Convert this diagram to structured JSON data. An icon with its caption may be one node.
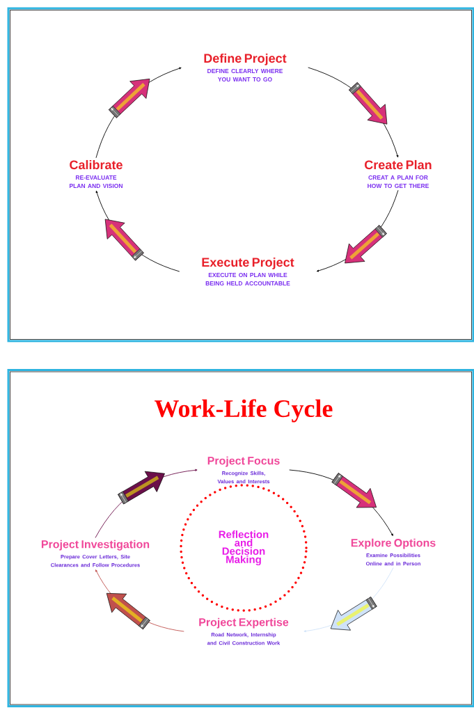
{
  "diagram": {
    "title": "Work-Life Cycle",
    "nodes": [
      {
        "text": [],
        "shape": "box"
      },
      {
        "text": [
          "Define Project",
          "DEFINE CLEARLY WHERE YOU WANT TO GO"
        ],
        "in": 0
      },
      {
        "text": [
          "Create Plan",
          "CREAT A PLAN FOR HOW TO GET THERE"
        ],
        "in": 0
      },
      {
        "text": [
          "Execute Project",
          "EXECUTE ON PLAN WHILE BEING HELD ACCOUNTABLE"
        ],
        "in": 0
      },
      {
        "text": [
          "Calibrate",
          "RE-EVALUATE PLAN AND VISION"
        ],
        "in": 0
      },
      {
        "text": [],
        "shape": "box"
      },
      {
        "text": [
          "Project Focus",
          "Recognize Skills, Values and Interests"
        ],
        "in": 5
      },
      {
        "text": [
          "Explore Options",
          "Examine Possibilities Online and in Person"
        ],
        "in": 5
      },
      {
        "text": [
          "Project Expertise",
          "Road Network, Internship and Civil Construction Work"
        ],
        "in": 5
      },
      {
        "text": [
          "Project Investigation",
          "Prepare Cover Letters, Site Clearances and Follow Procedures"
        ],
        "in": 5
      },
      {
        "text": [
          "Reflection and Decision Making"
        ],
        "in": 5
      }
    ],
    "edges": [
      {
        "from": 1,
        "to": 2,
        "arrow": "to"
      },
      {
        "from": 2,
        "to": 3,
        "arrow": "to"
      },
      {
        "from": 3,
        "to": 4,
        "arrow": "to"
      },
      {
        "from": 4,
        "to": 1,
        "arrow": "to"
      },
      {
        "from": 9,
        "to": 6,
        "arrow": "to",
        "color": "#6b0f4a"
      },
      {
        "from": 6,
        "to": 7,
        "arrow": "to"
      },
      {
        "from": 7,
        "to": 8,
        "arrow": "to",
        "color": "#cfe2f8"
      },
      {
        "from": 8,
        "to": 9,
        "arrow": "to",
        "color": "#c0504d"
      }
    ]
  }
}
